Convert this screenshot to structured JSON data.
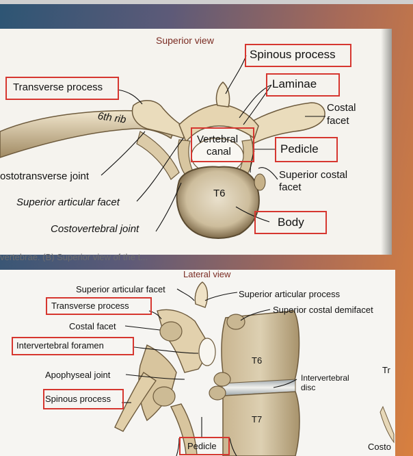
{
  "top_panel": {
    "heading": "Superior view",
    "labels": {
      "spinous_process": "Spinous process",
      "laminae": "Laminae",
      "transverse_process": "Transverse process",
      "sixth_rib": "6th rib",
      "costal_facet_line1": "Costal",
      "costal_facet_line2": "facet",
      "vertebral_canal_line1": "Vertebral",
      "vertebral_canal_line2": "canal",
      "pedicle": "Pedicle",
      "costotransverse_joint": "ostotransverse joint",
      "superior_costal_facet_line1": "Superior costal",
      "superior_costal_facet_line2": "facet",
      "t6": "T6",
      "superior_articular_facet": "Superior articular facet",
      "body": "Body",
      "costovertebral_joint": "Costovertebral joint"
    },
    "caption_fragment": "vertebrae. (B) Superior view of the t..."
  },
  "bottom_panel": {
    "heading": "Lateral view",
    "labels": {
      "superior_articular_facet": "Superior articular facet",
      "superior_articular_process": "Superior articular process",
      "transverse_process": "Transverse process",
      "superior_costal_demifacet": "Superior costal demifacet",
      "costal_facet": "Costal facet",
      "intervertebral_foramen": "Intervertebral foramen",
      "t6": "T6",
      "apophyseal_joint": "Apophyseal joint",
      "intervertebral_disc_line1": "Intervertebral",
      "intervertebral_disc_line2": "disc",
      "spinous_process": "Spinous process",
      "t7": "T7",
      "pedicle": "Pedicle",
      "cut_right_top": "Tr",
      "cut_right_bottom": "Costo"
    }
  },
  "colors": {
    "highlight_box": "#d6362f",
    "bone_light": "#efe2c6",
    "bone_dark": "#8c7652",
    "heading_brown": "#7a2b22"
  }
}
